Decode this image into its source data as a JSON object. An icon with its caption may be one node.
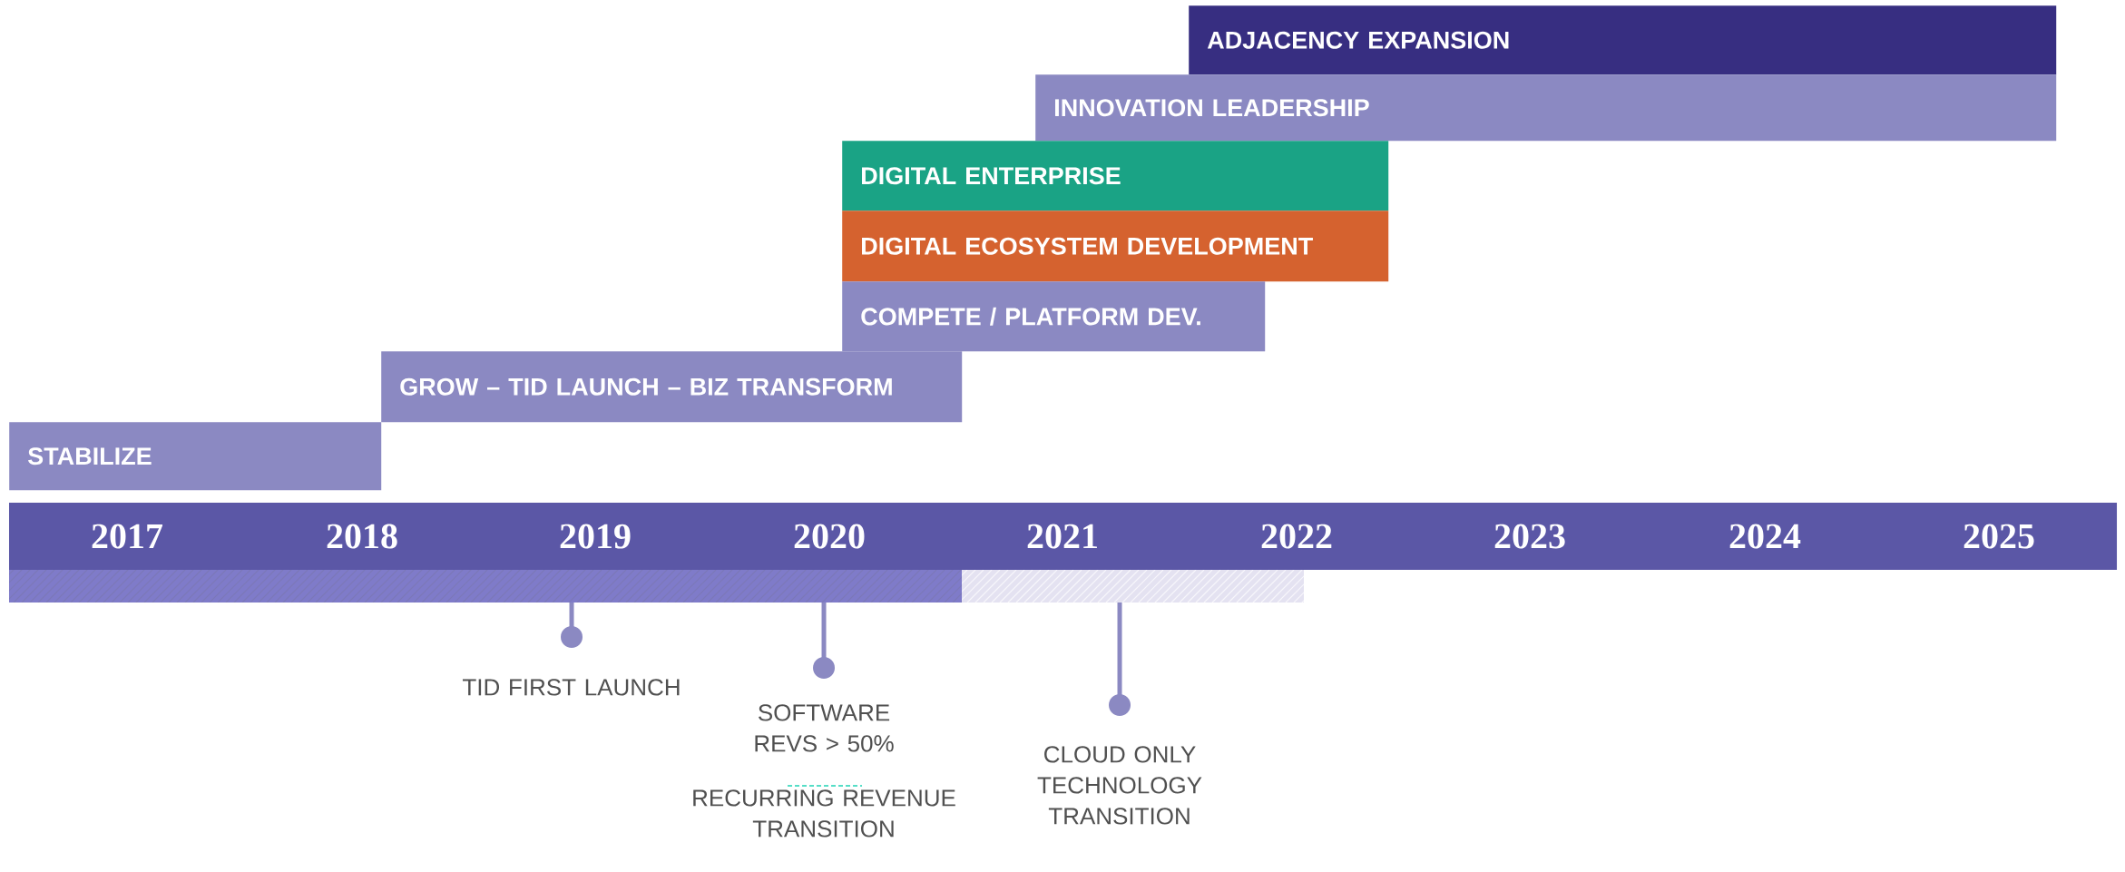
{
  "diagram": {
    "nodes": [
      {
        "text": [
          "ADJACENCY EXPANSION"
        ]
      },
      {
        "text": [
          "INNOVATION LEADERSHIP"
        ]
      },
      {
        "text": [
          "DIGITAL ENTERPRISE"
        ]
      },
      {
        "text": [
          "DIGITAL ECOSYSTEM DEVELOPMENT"
        ]
      },
      {
        "text": [
          "COMPETE / PLATFORM DEV."
        ]
      },
      {
        "text": [
          "GROW – TID LAUNCH – BIZ TRANSFORM"
        ]
      },
      {
        "text": [
          "STABILIZE"
        ]
      },
      {
        "text": [
          "TID FIRST LAUNCH"
        ]
      },
      {
        "text": [
          "SOFTWARE REVS > 50%",
          "RECURRING REVENUE TRANSITION"
        ]
      },
      {
        "text": [
          "CLOUD ONLY TECHNOLOGY TRANSITION"
        ]
      }
    ],
    "labels": [
      "2017",
      "2018",
      "2019",
      "2020",
      "2021",
      "2022",
      "2023",
      "2024",
      "2025"
    ]
  }
}
